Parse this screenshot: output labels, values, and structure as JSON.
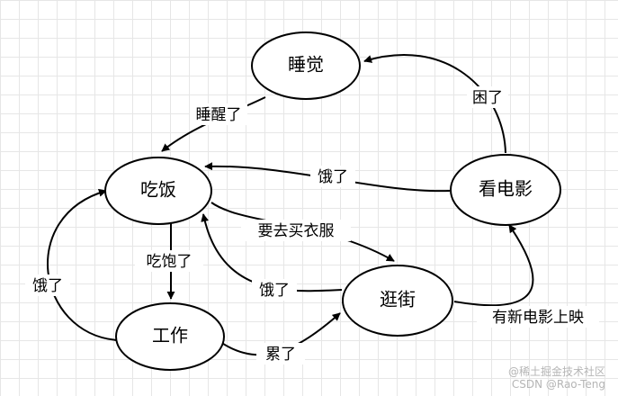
{
  "nodes": {
    "sleep": "睡觉",
    "eat": "吃饭",
    "movie": "看电影",
    "work": "工作",
    "stroll": "逛街"
  },
  "edges": {
    "sleep_to_eat": "睡醒了",
    "movie_to_sleep": "困了",
    "movie_to_eat": "饿了",
    "eat_to_stroll": "要去买衣服",
    "eat_to_work": "吃饱了",
    "work_to_eat": "饿了",
    "stroll_to_eat": "饿了",
    "work_to_stroll": "累了",
    "stroll_to_movie": "有新电影上映"
  },
  "watermark": {
    "line1": "@稀土掘金技术社区",
    "line2": "CSDN @Rao-Teng"
  }
}
